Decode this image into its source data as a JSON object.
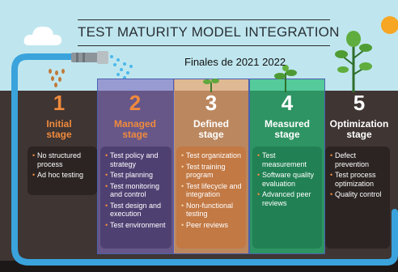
{
  "title": "TEST MATURITY MODEL INTEGRATION",
  "overlay_caption": "Finales de 2021  2022",
  "stages": [
    {
      "number": "1",
      "name_line1": "Initial",
      "name_line2": "stage",
      "items": [
        "No structured process",
        "Ad hoc testing"
      ]
    },
    {
      "number": "2",
      "name_line1": "Managed",
      "name_line2": "stage",
      "items": [
        "Test policy and strategy",
        "Test planning",
        "Test monitoring and control",
        "Test design and execution",
        "Test environment"
      ]
    },
    {
      "number": "3",
      "name_line1": "Defined",
      "name_line2": "stage",
      "items": [
        "Test organization",
        "Test training program",
        "Test lifecycle and integration",
        "Non-functional testing",
        "Peer reviews"
      ]
    },
    {
      "number": "4",
      "name_line1": "Measured",
      "name_line2": "stage",
      "items": [
        "Test measurement",
        "Software quality evaluation",
        "Advanced peer reviews"
      ]
    },
    {
      "number": "5",
      "name_line1": "Optimization",
      "name_line2": "stage",
      "items": [
        "Defect prevention",
        "Test process optimization",
        "Quality control"
      ]
    }
  ],
  "colors": {
    "sky": "#bfe6ee",
    "soil": "#3f3533",
    "hose": "#3aa3dc",
    "stage_orange": "#f08a3c",
    "highlight_purple": "#806cbe",
    "highlight_orange": "#eca870",
    "highlight_green": "#28be78",
    "highlight_border": "#4b5fb3"
  },
  "icons": [
    "cloud-icon",
    "sun-icon",
    "hose-icon",
    "nozzle-icon",
    "water-drops-icon",
    "seed-icon",
    "sprout-icon",
    "small-plant-icon",
    "leafy-plant-icon",
    "tree-icon"
  ]
}
